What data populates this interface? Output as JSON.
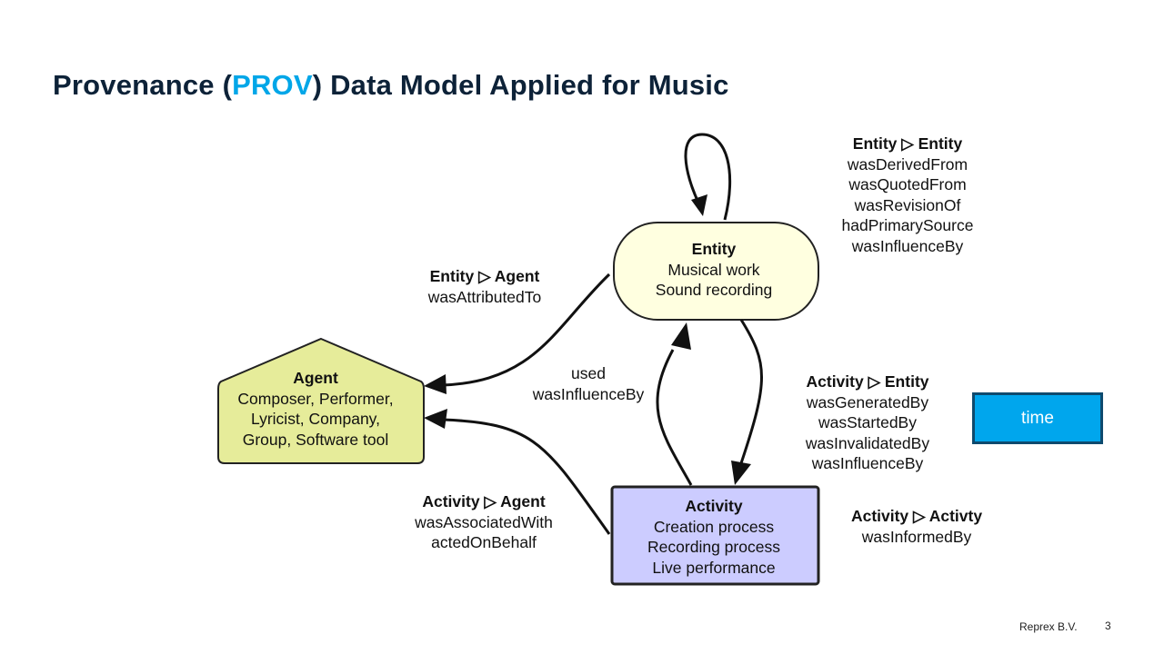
{
  "title": {
    "prefix": "Provenance (",
    "accent": "PROV",
    "suffix": ") Data Model Applied for Music"
  },
  "colors": {
    "accent": "#00a6e8",
    "entity_fill": "#ffffe0",
    "agent_fill": "#e6ec9a",
    "activity_fill": "#ccccff",
    "time_fill": "#00a6ed"
  },
  "nodes": {
    "entity": {
      "title": "Entity",
      "lines": [
        "Musical work",
        "Sound recording"
      ]
    },
    "agent": {
      "title": "Agent",
      "lines": [
        "Composer, Performer,",
        "Lyricist, Company,",
        "Group, Software tool"
      ]
    },
    "activity": {
      "title": "Activity",
      "lines": [
        "Creation process",
        "Recording process",
        "Live performance"
      ]
    }
  },
  "relations": {
    "entity_entity": {
      "title": "Entity ▷ Entity",
      "items": [
        "wasDerivedFrom",
        "wasQuotedFrom",
        "wasRevisionOf",
        "hadPrimarySource",
        "wasInfluenceBy"
      ]
    },
    "entity_agent": {
      "title": "Entity ▷ Agent",
      "items": [
        "wasAttributedTo"
      ]
    },
    "activity_used": {
      "items": [
        "used",
        "wasInfluenceBy"
      ]
    },
    "activity_entity": {
      "title": "Activity ▷ Entity",
      "items": [
        "wasGeneratedBy",
        "wasStartedBy",
        "wasInvalidatedBy",
        "wasInfluenceBy"
      ]
    },
    "activity_agent": {
      "title": "Activity ▷ Agent",
      "items": [
        "wasAssociatedWith",
        "actedOnBehalf"
      ]
    },
    "activity_activity": {
      "title": "Activity ▷ Activty",
      "items": [
        "wasInformedBy"
      ]
    }
  },
  "time_label": "time",
  "footer": {
    "company": "Reprex B.V.",
    "page": "3"
  }
}
